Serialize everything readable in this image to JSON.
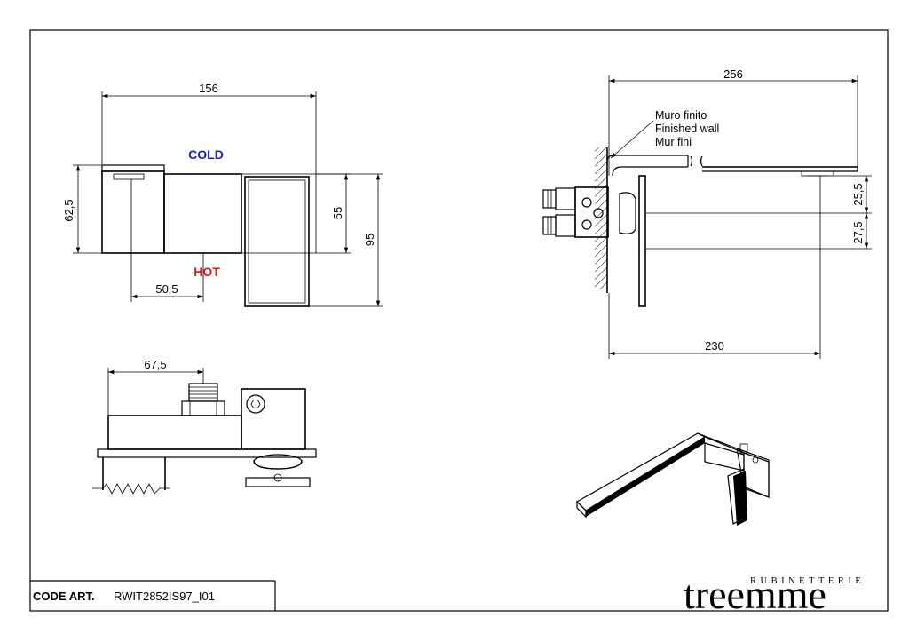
{
  "labels": {
    "cold": "COLD",
    "hot": "HOT",
    "wall_note": [
      "Muro finito",
      "Finished wall",
      "Mur fini"
    ]
  },
  "dimensions": {
    "front_width": "156",
    "front_height_left": "62,5",
    "front_height_inner": "55",
    "front_height_total": "95",
    "front_offset": "50,5",
    "top_width": "67,5",
    "side_length": "256",
    "side_projection": "230",
    "side_upper": "25,5",
    "side_lower": "27,5"
  },
  "title_block": {
    "code_label": "CODE ART.",
    "code_value": "RWIT2852IS97_I01"
  },
  "brand": {
    "name": "treemme",
    "tagline": "RUBINETTERIE"
  }
}
